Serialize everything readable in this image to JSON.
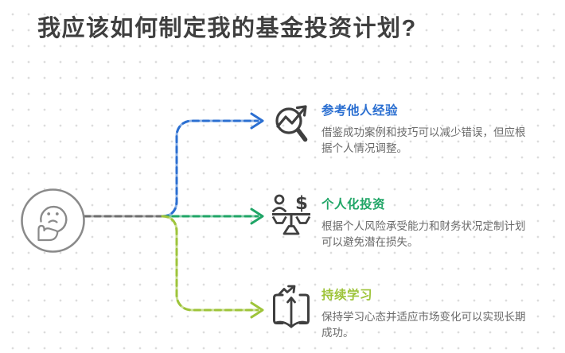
{
  "page": {
    "title": "我应该如何制定我的基金投资计划?"
  },
  "colors": {
    "title_text": "#3f3f3f",
    "body_text": "#6a6a6a",
    "stem_gray": "#6e6e6e",
    "icon_stroke": "#3f3f3f",
    "face_stroke": "#8a8a8a"
  },
  "center_node": {
    "icon": "thinking-face-icon"
  },
  "branches": [
    {
      "id": "reference-others",
      "color": "#2b6fd1",
      "icon": "magnifier-trend-icon",
      "title": "参考他人经验",
      "description": "借鉴成功案例和技巧可以减少错误，但应根据个人情况调整。"
    },
    {
      "id": "personalized-investment",
      "color": "#1fa566",
      "icon": "balance-person-money-icon",
      "icon_symbol": "$",
      "title": "个人化投资",
      "description": "根据个人风险承受能力和财务状况定制计划可以避免潜在损失。"
    },
    {
      "id": "continuous-learning",
      "color": "#9ec43a",
      "icon": "open-book-growth-icon",
      "title": "持续学习",
      "description": "保持学习心态并适应市场变化可以实现长期成功。"
    }
  ]
}
